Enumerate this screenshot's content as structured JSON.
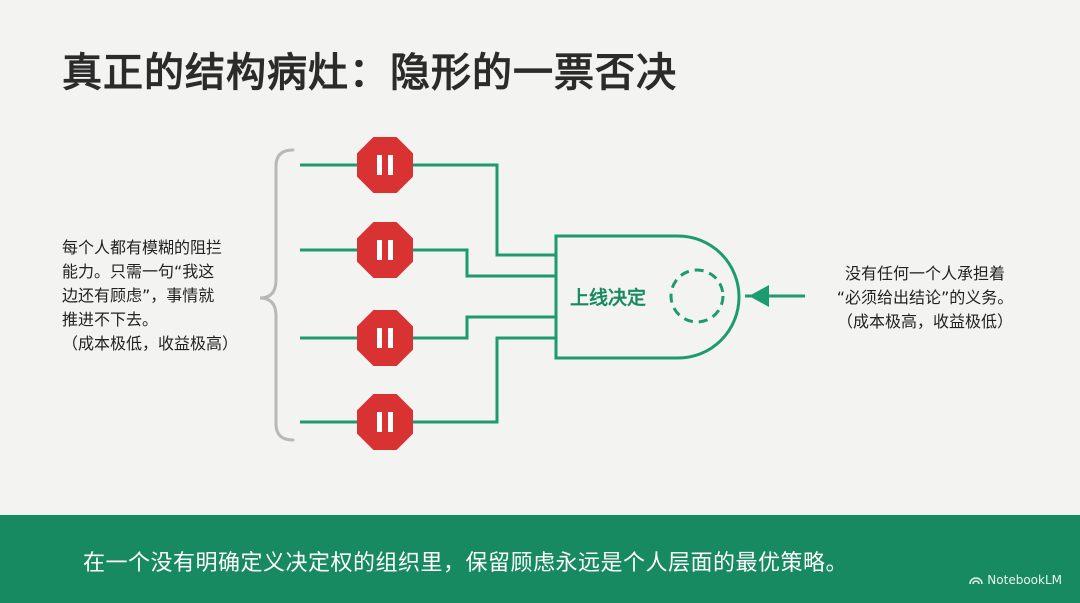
{
  "title": "真正的结构病灶：隐形的一票否决",
  "left_text": {
    "lines": [
      "每个人都有模糊的阻拦",
      "能力。只需一句“我这",
      "边还有顾虑”，事情就",
      "推进不下去。",
      "（成本极低，收益极高）"
    ]
  },
  "gate_label": "上线决定",
  "right_text": {
    "lines": [
      "没有任何一个人承担着",
      "“必须给出结论”的义务。",
      "（成本极高，收益极低）"
    ]
  },
  "footer": {
    "text": "在一个没有明确定义决定权的组织里，保留顾虑永远是个人层面的最优策略。",
    "brand": "NotebookLM"
  },
  "colors": {
    "accent_green": "#188a62",
    "wire_green": "#1c9a70",
    "stop_red": "#d93232",
    "bracket_gray": "#b8b8b8"
  },
  "icons": [
    "stop-pause-icon",
    "dashed-circle-icon",
    "arrow-left-icon",
    "notebooklm-logo-icon"
  ]
}
